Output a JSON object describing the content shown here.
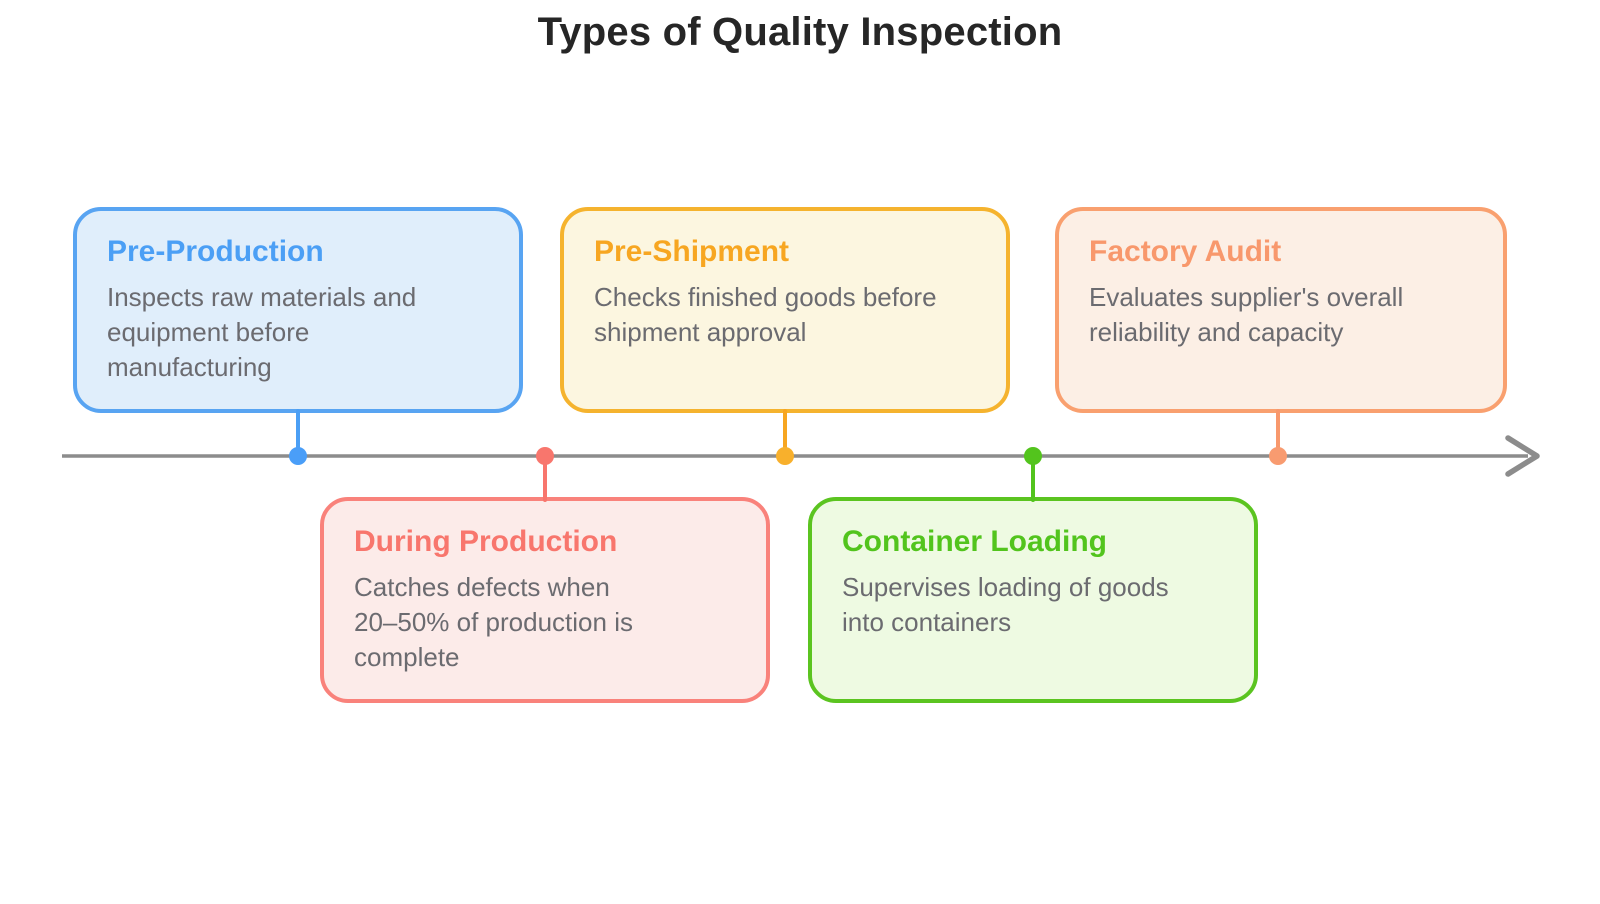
{
  "title": {
    "text": "Types of Quality Inspection",
    "color": "#262626"
  },
  "timeline": {
    "line_color": "#8C8C8C"
  },
  "body_text_color": "#6B6B70",
  "cards": [
    {
      "title": "Pre-Production",
      "body": "Inspects raw materials and\nequipment before\nmanufacturing",
      "accent": "#4B9FF5",
      "border": "#58A4F2",
      "bg": "#E0EEFB",
      "dot": "#4A9EF8",
      "row": "top"
    },
    {
      "title": "During Production",
      "body": "Catches defects when\n20–50% of production is\ncomplete",
      "accent": "#F8766D",
      "border": "#F9827B",
      "bg": "#FCEBE9",
      "dot": "#F8766D",
      "row": "bottom"
    },
    {
      "title": "Pre-Shipment",
      "body": "Checks finished goods before\nshipment approval",
      "accent": "#F7A621",
      "border": "#F5B32E",
      "bg": "#FCF6E0",
      "dot": "#F8B02C",
      "row": "top"
    },
    {
      "title": "Container Loading",
      "body": "Supervises loading of goods\ninto containers",
      "accent": "#52C41D",
      "border": "#5BC420",
      "bg": "#EEFAE2",
      "dot": "#53C41D",
      "row": "bottom"
    },
    {
      "title": "Factory Audit",
      "body": "Evaluates supplier's overall\nreliability and capacity",
      "accent": "#F8986C",
      "border": "#F9A06F",
      "bg": "#FCEFE5",
      "dot": "#F89B70",
      "row": "top"
    }
  ]
}
